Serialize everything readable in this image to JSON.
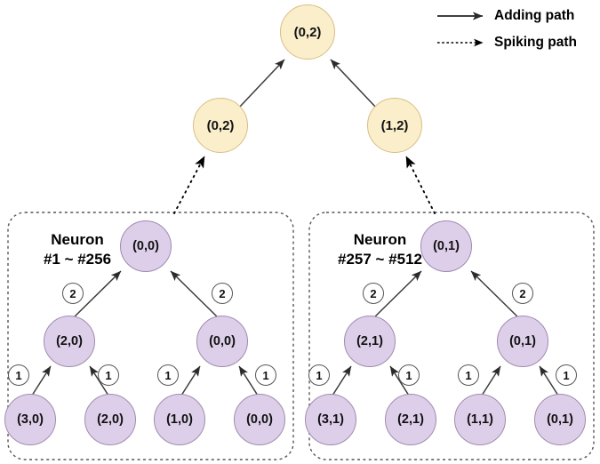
{
  "legend": {
    "items": [
      {
        "style": "solid",
        "label": "Adding path"
      },
      {
        "style": "dotted",
        "label": "Spiking path"
      }
    ]
  },
  "colors": {
    "purple_fill": "#ddcfe9",
    "purple_stroke": "#a08bb0",
    "cream_fill": "#fbeeca",
    "cream_stroke": "#d8be84",
    "edge": "#3b3b3b",
    "box_stroke": "#555555"
  },
  "tree": {
    "root": {
      "label": "(0,2)"
    },
    "level2": [
      {
        "label": "(0,2)"
      },
      {
        "label": "(1,2)"
      }
    ]
  },
  "groups": [
    {
      "title_line1": "Neuron",
      "title_line2": "#1 ~ #256",
      "root": {
        "label": "(0,0)"
      },
      "mid": [
        {
          "label": "(2,0)"
        },
        {
          "label": "(0,0)"
        }
      ],
      "leaves": [
        {
          "label": "(3,0)"
        },
        {
          "label": "(2,0)"
        },
        {
          "label": "(1,0)"
        },
        {
          "label": "(0,0)"
        }
      ],
      "mid_weights": [
        "2",
        "2"
      ],
      "leaf_weights": [
        "1",
        "1",
        "1",
        "1"
      ]
    },
    {
      "title_line1": "Neuron",
      "title_line2": "#257 ~ #512",
      "root": {
        "label": "(0,1)"
      },
      "mid": [
        {
          "label": "(2,1)"
        },
        {
          "label": "(0,1)"
        }
      ],
      "leaves": [
        {
          "label": "(3,1)"
        },
        {
          "label": "(2,1)"
        },
        {
          "label": "(1,1)"
        },
        {
          "label": "(0,1)"
        }
      ],
      "mid_weights": [
        "2",
        "2"
      ],
      "leaf_weights": [
        "1",
        "1",
        "1",
        "1"
      ]
    }
  ]
}
